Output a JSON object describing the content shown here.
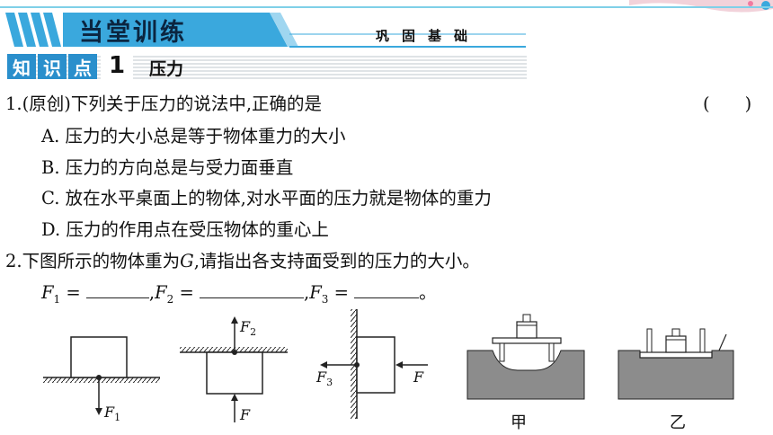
{
  "header": {
    "title": "当堂训练",
    "subtitle": "巩固基础"
  },
  "knowledge_point": {
    "chars": [
      "知",
      "识",
      "点"
    ],
    "number": "1",
    "topic": "压力"
  },
  "questions": [
    {
      "number": "1.",
      "stem": "(原创)下列关于压力的说法中,正确的是",
      "answer_bracket": "(　　)",
      "options": [
        {
          "key": "A.",
          "text": "压力的大小总是等于物体重力的大小"
        },
        {
          "key": "B.",
          "text": "压力的方向总是与受力面垂直"
        },
        {
          "key": "C.",
          "text": "放在水平桌面上的物体,对水平面的压力就是物体的重力"
        },
        {
          "key": "D.",
          "text": "压力的作用点在受压物体的重心上"
        }
      ]
    },
    {
      "number": "2.",
      "stem_before": "下图所示的物体重为",
      "stem_var": "G",
      "stem_after": ",请指出各支持面受到的压力的大小。",
      "blanks": {
        "f1": "F",
        "f1_sub": "1",
        "f2": "F",
        "f2_sub": "2",
        "f3": "F",
        "f3_sub": "3",
        "eq": "=",
        "sep": ",",
        "end": "。"
      }
    }
  ],
  "figure_labels": {
    "f1": "F",
    "f1_sub": "1",
    "f2": "F",
    "f2_sub": "2",
    "f3": "F",
    "f3_sub": "3",
    "f_up": "F",
    "f_side": "F",
    "jia": "甲",
    "yi": "乙"
  },
  "colors": {
    "banner_blue": "#3aa8dd",
    "banner_light": "#9fd6f0",
    "chip_blue": "#2a8fcc",
    "stripe_gray": "#dfe3e6",
    "sink_gray": "#8c8c8c"
  }
}
